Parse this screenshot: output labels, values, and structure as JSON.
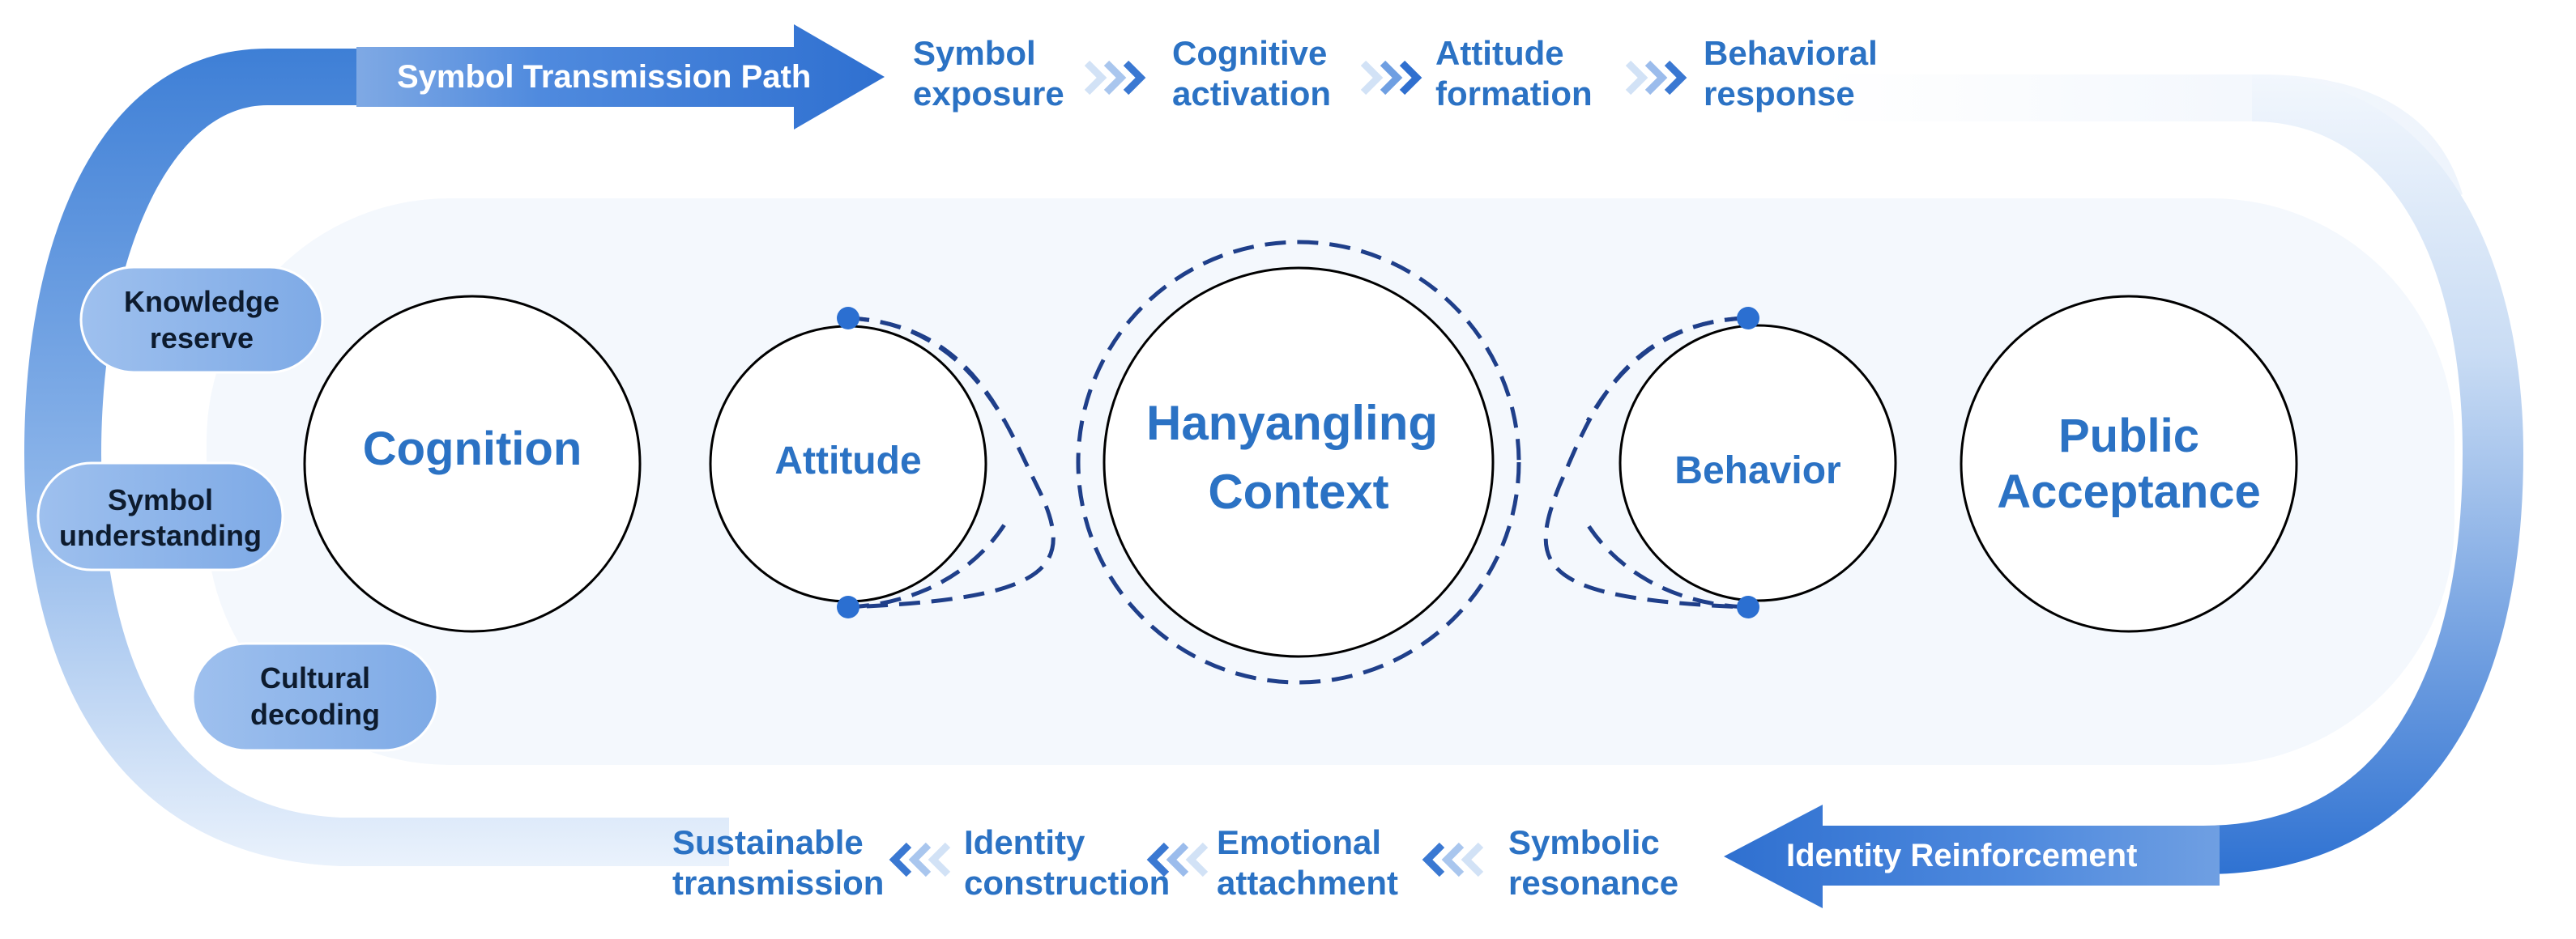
{
  "top_path": {
    "banner": "Symbol Transmission Path",
    "steps": [
      {
        "line1": "Symbol",
        "line2": "exposure"
      },
      {
        "line1": "Cognitive",
        "line2": "activation"
      },
      {
        "line1": "Attitude",
        "line2": "formation"
      },
      {
        "line1": "Behavioral",
        "line2": "response"
      }
    ]
  },
  "bottom_path": {
    "banner": "Identity Reinforcement",
    "steps": [
      {
        "line1": "Symbolic",
        "line2": "resonance"
      },
      {
        "line1": "Emotional",
        "line2": "attachment"
      },
      {
        "line1": "Identity",
        "line2": "construction"
      },
      {
        "line1": "Sustainable",
        "line2": "transmission"
      }
    ]
  },
  "side_pills": [
    {
      "line1": "Knowledge",
      "line2": "reserve"
    },
    {
      "line1": "Symbol",
      "line2": "understanding"
    },
    {
      "line1": "Cultural",
      "line2": "decoding"
    }
  ],
  "nodes": {
    "cognition": "Cognition",
    "attitude": "Attitude",
    "context_line1": "Hanyangling",
    "context_line2": "Context",
    "behavior": "Behavior",
    "acceptance_line1": "Public",
    "acceptance_line2": "Acceptance"
  },
  "colors": {
    "accent": "#2b72c4",
    "dark_accent": "#1f3f8a",
    "banner": "#3a7bd5",
    "pill": "#8db4ea",
    "panel": "#f4f8fd"
  }
}
